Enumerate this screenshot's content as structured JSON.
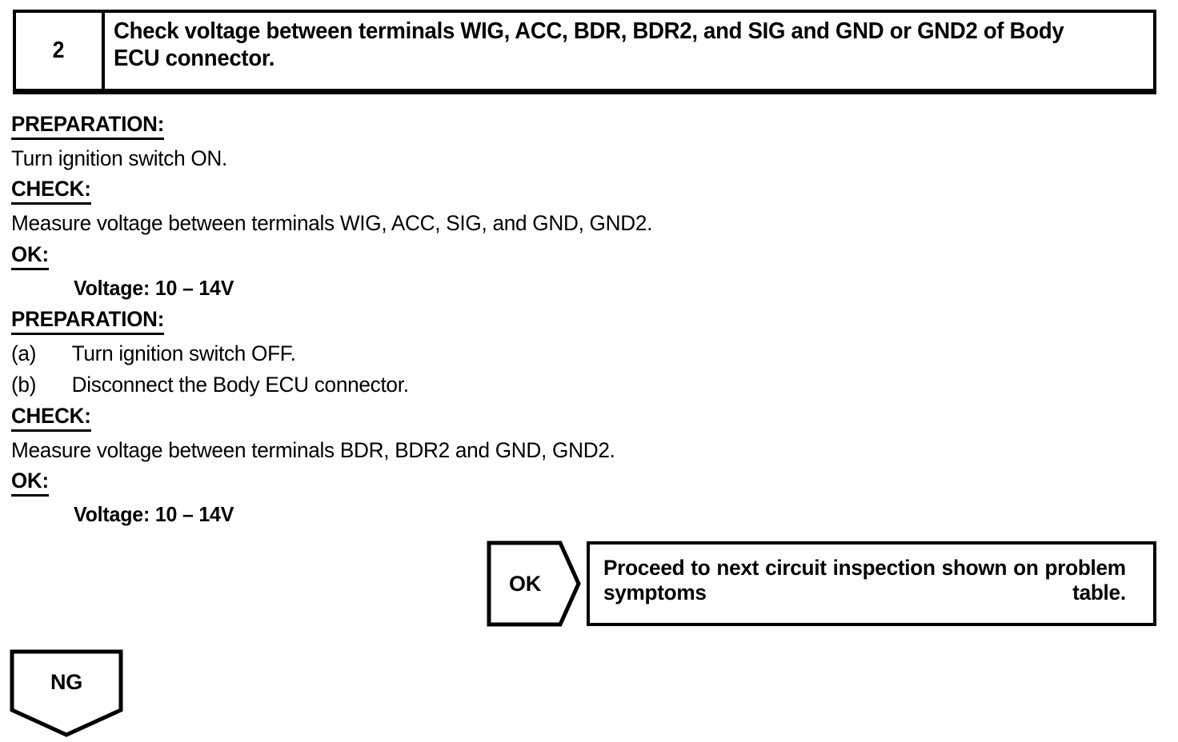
{
  "step": {
    "number": "2",
    "title": "Check voltage between terminals WIG, ACC, BDR, BDR2, and SIG and GND or GND2 of Body ECU connector."
  },
  "procedure": {
    "blocks": [
      {
        "heading": "PREPARATION:",
        "lines": [
          "Turn ignition switch ON."
        ]
      },
      {
        "heading": "CHECK:",
        "lines": [
          "Measure voltage between terminals WIG, ACC, SIG, and GND, GND2."
        ]
      },
      {
        "heading": "OK:",
        "spec": "Voltage: 10 – 14V"
      },
      {
        "heading": "PREPARATION:",
        "items": [
          {
            "marker": "(a)",
            "text": "Turn ignition switch OFF."
          },
          {
            "marker": "(b)",
            "text": "Disconnect the Body ECU connector."
          }
        ]
      },
      {
        "heading": "CHECK:",
        "lines": [
          "Measure voltage between terminals BDR, BDR2 and GND, GND2."
        ]
      },
      {
        "heading": "OK:",
        "spec": "Voltage: 10 – 14V"
      }
    ],
    "prep1_heading": "PREPARATION:",
    "prep1_line": "Turn ignition switch ON.",
    "check1_heading": "CHECK:",
    "check1_line": "Measure voltage between terminals WIG, ACC, SIG, and GND, GND2.",
    "ok1_heading": "OK:",
    "ok1_spec": "Voltage: 10 – 14V",
    "prep2_heading": "PREPARATION:",
    "prep2_item_a_marker": "(a)",
    "prep2_item_a_text": "Turn ignition switch OFF.",
    "prep2_item_b_marker": "(b)",
    "prep2_item_b_text": "Disconnect the Body ECU connector.",
    "check2_heading": "CHECK:",
    "check2_line": "Measure voltage between terminals BDR, BDR2 and GND, GND2.",
    "ok2_heading": "OK:",
    "ok2_spec": "Voltage: 10 – 14V"
  },
  "branches": {
    "ok": {
      "label": "OK",
      "result_text": "Proceed to next circuit inspection shown on problem symptoms table."
    },
    "ng": {
      "label": "NG"
    }
  },
  "colors": {
    "ink": "#000000",
    "page": "#ffffff"
  }
}
